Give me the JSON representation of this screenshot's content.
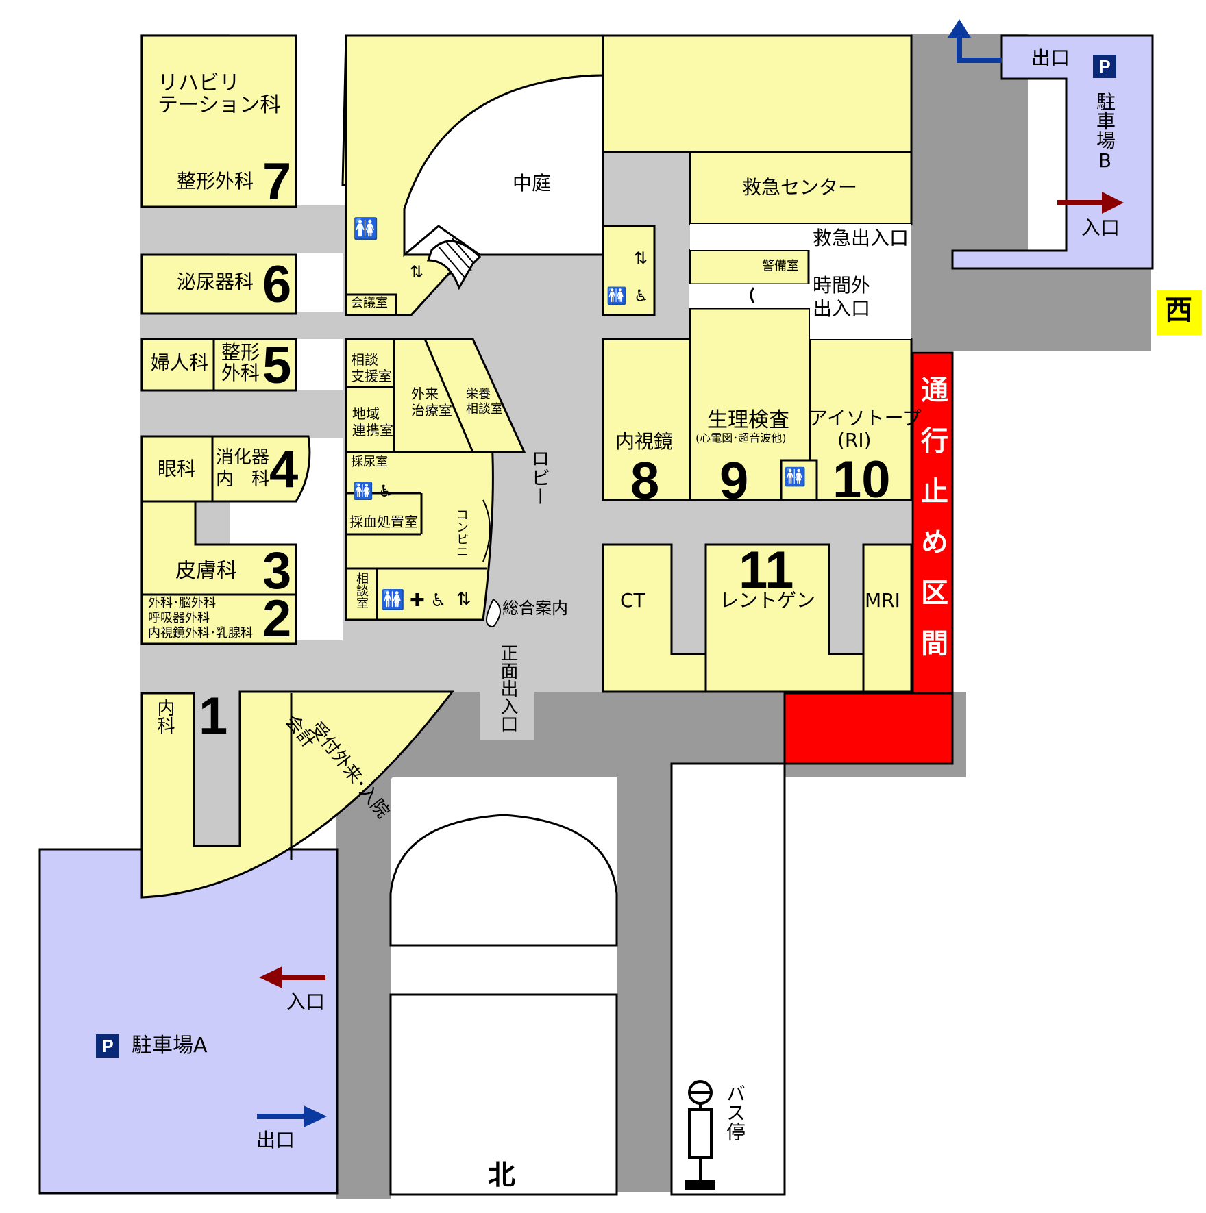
{
  "colors": {
    "room": "#fafaaa",
    "corridor": "#c9c9c9",
    "road": "#9a9a9a",
    "parking": "#ccccfa",
    "closed": "#ff0000",
    "entry_arrow": "#8b0000",
    "exit_arrow": "#0a3aa0",
    "west_tag": "#ffff00"
  },
  "departments": {
    "d7_name_1": "リハビリ",
    "d7_name_2": "テーション科",
    "d7_name_3": "整形外科",
    "d7_num": "7",
    "d6_name": "泌尿器科",
    "d6_num": "6",
    "d5_name_a": "婦人科",
    "d5_name_b1": "整形",
    "d5_name_b2": "外科",
    "d5_num": "5",
    "d4_name_a": "眼科",
    "d4_name_b1": "消化器",
    "d4_name_b2": "内　科",
    "d4_num": "4",
    "d3_name": "皮膚科",
    "d3_num": "3",
    "d2_name_1": "外科･脳外科",
    "d2_name_2": "呼吸器外科",
    "d2_name_3": "内視鏡外科･乳腺科",
    "d2_num": "2",
    "d1_name": "内科",
    "d1_num": "1",
    "d8_name": "内視鏡",
    "d8_num": "8",
    "d9_name": "生理検査",
    "d9_sub": "(心電図･超音波他)",
    "d9_num": "9",
    "d10_name_1": "アイソトープ",
    "d10_name_2": "(RI)",
    "d10_num": "10",
    "d11_name": "レントゲン",
    "d11_num": "11",
    "ct": "CT",
    "mri": "MRI"
  },
  "rooms": {
    "courtyard": "中庭",
    "meeting": "会議室",
    "er_center": "救急センター",
    "security": "警備室",
    "consult_support_1": "相談",
    "consult_support_2": "支援室",
    "community_1": "地域",
    "community_2": "連携室",
    "outpatient_1": "外来",
    "outpatient_2": "治療室",
    "nutrition_1": "栄養",
    "nutrition_2": "相談室",
    "urine": "採尿室",
    "blood": "採血処置室",
    "consult_room": "相談室",
    "convenience": "コンビニ",
    "lobby": "ロビー",
    "info": "総合案内",
    "accounting": "会計",
    "reception": "受付外来･入院"
  },
  "labels": {
    "er_entrance": "救急出入口",
    "after_hours_1": "時間外",
    "after_hours_2": "出入口",
    "main_entrance": "正面出入口",
    "closed_section": "通行止め区間",
    "west": "西",
    "north": "北",
    "bus_stop": "バス停",
    "parking_a": "駐車場A",
    "parking_b": "駐車場B",
    "p_mark": "P",
    "entrance": "入口",
    "exit": "出口"
  },
  "icons": {
    "restroom": "restroom-icon",
    "wheelchair": "wheelchair-icon",
    "elevator": "elevator-icon",
    "phone": "phone-icon",
    "first_aid": "first-aid-icon",
    "bus_stop": "bus-stop-icon",
    "parking": "parking-icon"
  }
}
